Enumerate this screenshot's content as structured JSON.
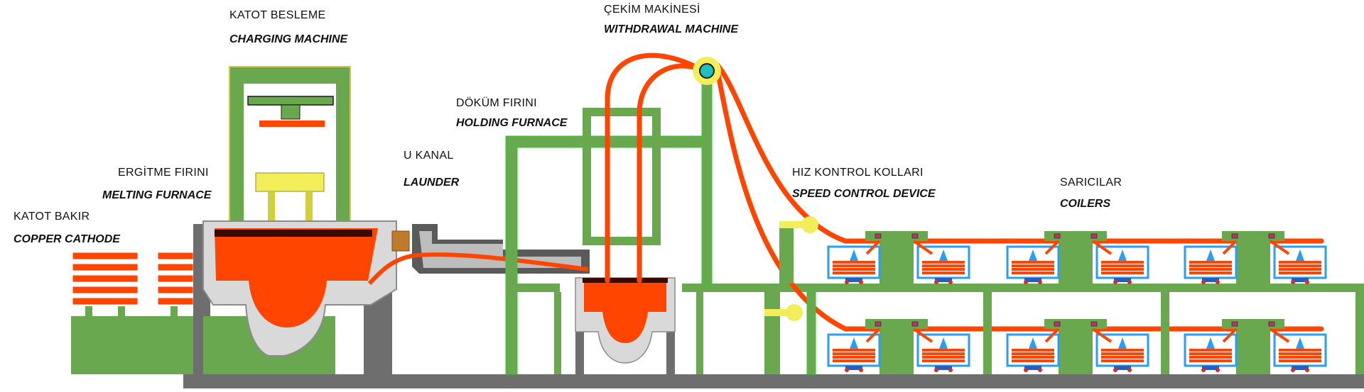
{
  "labels": {
    "copper_cathode": {
      "tr": "KATOT BAKIR",
      "en": "COPPER CATHODE"
    },
    "melting_furnace": {
      "tr": "ERGİTME FIRINI",
      "en": "MELTING FURNACE"
    },
    "charging_machine": {
      "tr": "KATOT BESLEME",
      "en": "CHARGING MACHINE"
    },
    "launder": {
      "tr": "U KANAL",
      "en": "LAUNDER"
    },
    "holding_furnace": {
      "tr": "DÖKÜM  FIRINI",
      "en": "HOLDING FURNACE"
    },
    "withdrawal_machine": {
      "tr": "ÇEKİM MAKİNESİ",
      "en": "WITHDRAWAL MACHINE"
    },
    "speed_control": {
      "tr": "HIZ KONTROL KOLLARI",
      "en": "SPEED CONTROL DEVICE"
    },
    "coilers": {
      "tr": "SARICILAR",
      "en": "COILERS"
    }
  },
  "colors": {
    "frame_green": "#6aa84f",
    "frame_green_dark": "#4e8b3a",
    "molten": "#ff4500",
    "refractory": "#d9d9d9",
    "base_gray": "#6e6e6e",
    "yellow": "#f2ee5a",
    "coil_blue": "#2a9df4"
  }
}
